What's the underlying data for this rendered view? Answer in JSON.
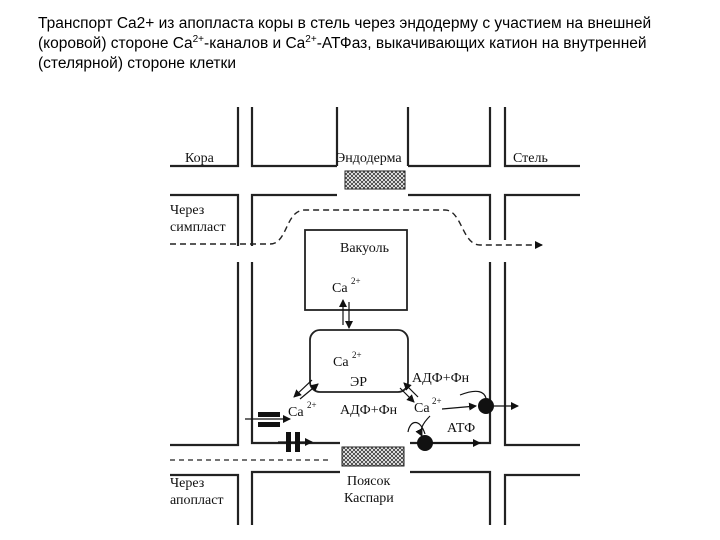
{
  "caption": {
    "part1": "Транспорт Ca2+ из апопласта коры в стель через эндодерму с участием на внешней (коровой) стороне Ca",
    "sup1": "2+",
    "part2": "-каналов и Ca",
    "sup2": "2+",
    "part3": "-АТФаз, выкачивающих катион на внутренней (стелярной) стороне клетки"
  },
  "diagram": {
    "cortex": "Кора",
    "endoderm": "Эндодерма",
    "stele": "Стель",
    "via_symplast_1": "Через",
    "via_symplast_2": "симпласт",
    "via_apoplast_1": "Через",
    "via_apoplast_2": "апопласт",
    "vacuole": "Вакуоль",
    "ca": "Ca",
    "ca_charge": "2+",
    "er": "ЭР",
    "adp_pn": "АДФ+Фн",
    "atp": "АТФ",
    "casparian_1": "Поясок",
    "casparian_2": "Каспари"
  }
}
